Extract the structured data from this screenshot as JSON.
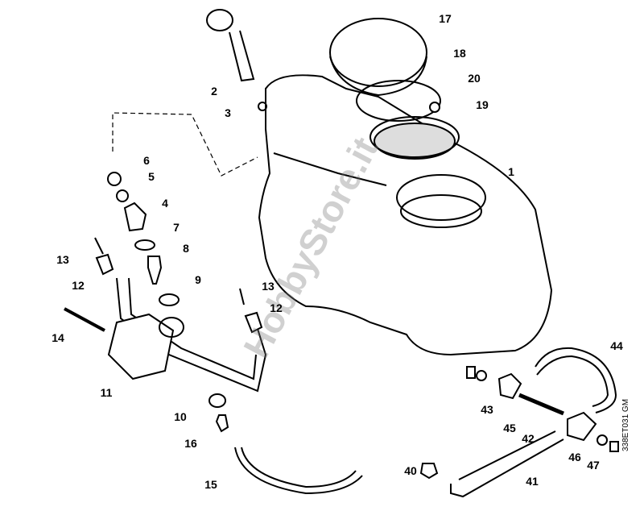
{
  "diagram": {
    "part_labels": [
      "17",
      "18",
      "20",
      "19",
      "1",
      "2",
      "3",
      "6",
      "5",
      "4",
      "7",
      "8",
      "9",
      "13",
      "12",
      "13",
      "12",
      "14",
      "11",
      "10",
      "16",
      "15",
      "44",
      "43",
      "45",
      "42",
      "46",
      "47",
      "40",
      "41"
    ],
    "drawing_code": "338ET031 GM",
    "watermark": "HobbyStore.it"
  }
}
